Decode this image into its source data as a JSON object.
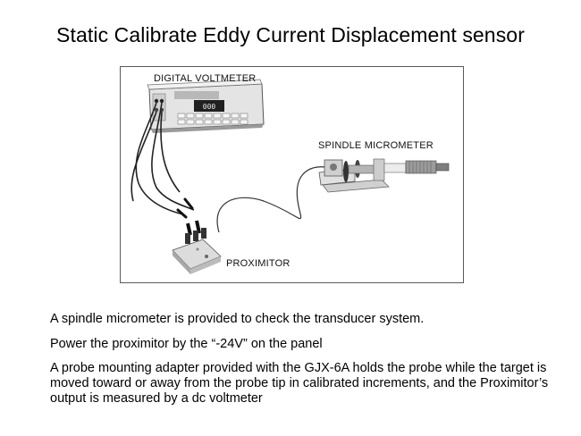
{
  "slide": {
    "title": "Static Calibrate Eddy Current Displacement sensor"
  },
  "figure": {
    "labels": {
      "voltmeter": "DIGITAL VOLTMETER",
      "micrometer": "SPINDLE MICROMETER",
      "proximitor": "PROXIMITOR"
    },
    "voltmeter_readout": "000"
  },
  "paragraphs": [
    "A spindle micrometer is provided to check the transducer system.",
    "Power the proximitor by the “-24V” on the panel",
    "A probe mounting adapter provided with the GJX-6A holds the probe while the target is moved toward or away from the probe tip in calibrated increments, and the Proximitor’s output is measured by a dc voltmeter"
  ]
}
